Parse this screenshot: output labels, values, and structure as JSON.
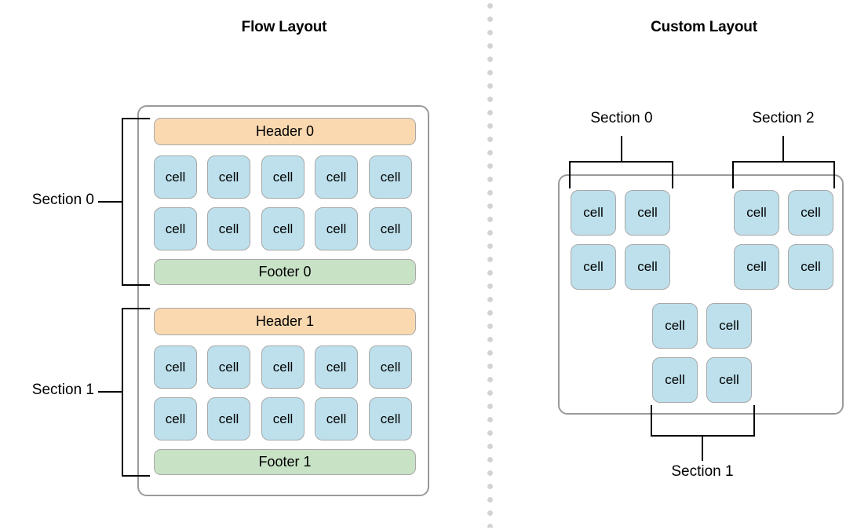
{
  "diagram": {
    "panels": [
      {
        "id": "flow",
        "title": "Flow Layout"
      },
      {
        "id": "custom",
        "title": "Custom Layout"
      }
    ]
  },
  "flow_layout": {
    "sections": [
      {
        "label": "Section 0",
        "header": "Header 0",
        "footer": "Footer 0",
        "rows": [
          [
            "cell",
            "cell",
            "cell",
            "cell",
            "cell"
          ],
          [
            "cell",
            "cell",
            "cell",
            "cell",
            "cell"
          ]
        ]
      },
      {
        "label": "Section 1",
        "header": "Header 1",
        "footer": "Footer 1",
        "rows": [
          [
            "cell",
            "cell",
            "cell",
            "cell",
            "cell"
          ],
          [
            "cell",
            "cell",
            "cell",
            "cell",
            "cell"
          ]
        ]
      }
    ]
  },
  "custom_layout": {
    "sections": [
      {
        "label": "Section 0",
        "label_position": "top-left",
        "rows": [
          [
            "cell",
            "cell"
          ],
          [
            "cell",
            "cell"
          ]
        ]
      },
      {
        "label": "Section 1",
        "label_position": "bottom-center",
        "rows": [
          [
            "cell",
            "cell"
          ],
          [
            "cell",
            "cell"
          ]
        ]
      },
      {
        "label": "Section 2",
        "label_position": "top-right",
        "rows": [
          [
            "cell",
            "cell"
          ],
          [
            "cell",
            "cell"
          ]
        ]
      }
    ]
  },
  "colors": {
    "header_fill": "#fad9b0",
    "footer_fill": "#c8e2c6",
    "cell_fill": "#bde0ec",
    "shape_stroke": "#a8a8a8",
    "container_stroke": "#9a9a9a",
    "bracket_stroke": "#000000",
    "divider_dot": "#d3d3d3",
    "background": "#ffffff",
    "text": "#000000"
  }
}
